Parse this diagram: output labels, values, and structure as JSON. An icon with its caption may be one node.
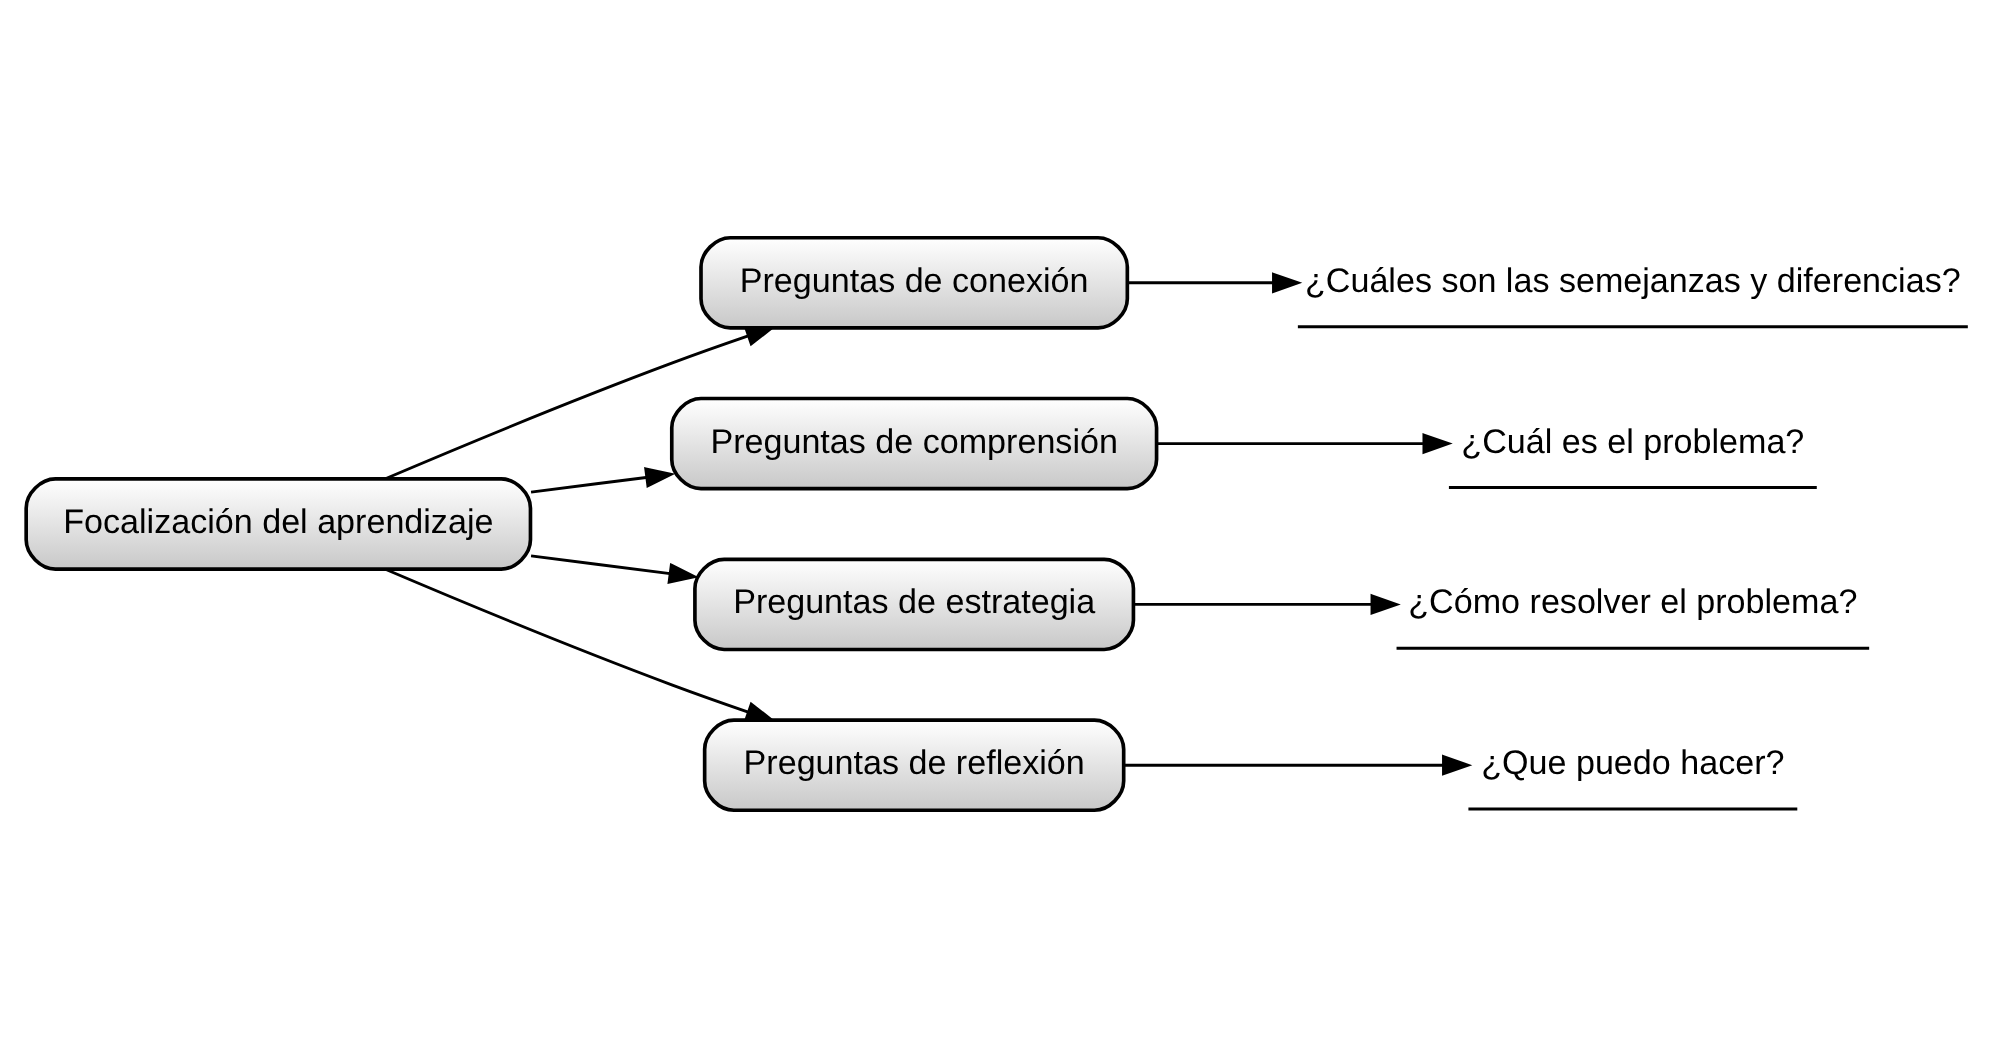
{
  "diagram": {
    "nodes": [
      {
        "text": [
          "Focalización del aprendizaje"
        ]
      },
      {
        "text": [
          "Preguntas de conexión"
        ]
      },
      {
        "text": [
          "Preguntas de comprensión"
        ]
      },
      {
        "text": [
          "Preguntas de estrategia"
        ]
      },
      {
        "text": [
          "Preguntas de reflexión"
        ]
      },
      {
        "text": [
          "¿Cuáles son las semejanzas y diferencias?"
        ]
      },
      {
        "text": [
          "¿Cuál es el problema?"
        ]
      },
      {
        "text": [
          "¿Cómo resolver el problema?"
        ]
      },
      {
        "text": [
          "¿Que puedo hacer?"
        ]
      }
    ],
    "edges": [
      {
        "from": 0,
        "to": 1,
        "arrow": "to"
      },
      {
        "from": 0,
        "to": 2,
        "arrow": "to"
      },
      {
        "from": 0,
        "to": 3,
        "arrow": "to"
      },
      {
        "from": 0,
        "to": 4,
        "arrow": "to"
      },
      {
        "from": 1,
        "to": 5,
        "arrow": "to"
      },
      {
        "from": 2,
        "to": 6,
        "arrow": "to"
      },
      {
        "from": 3,
        "to": 7,
        "arrow": "to"
      },
      {
        "from": 4,
        "to": 8,
        "arrow": "to"
      }
    ]
  }
}
